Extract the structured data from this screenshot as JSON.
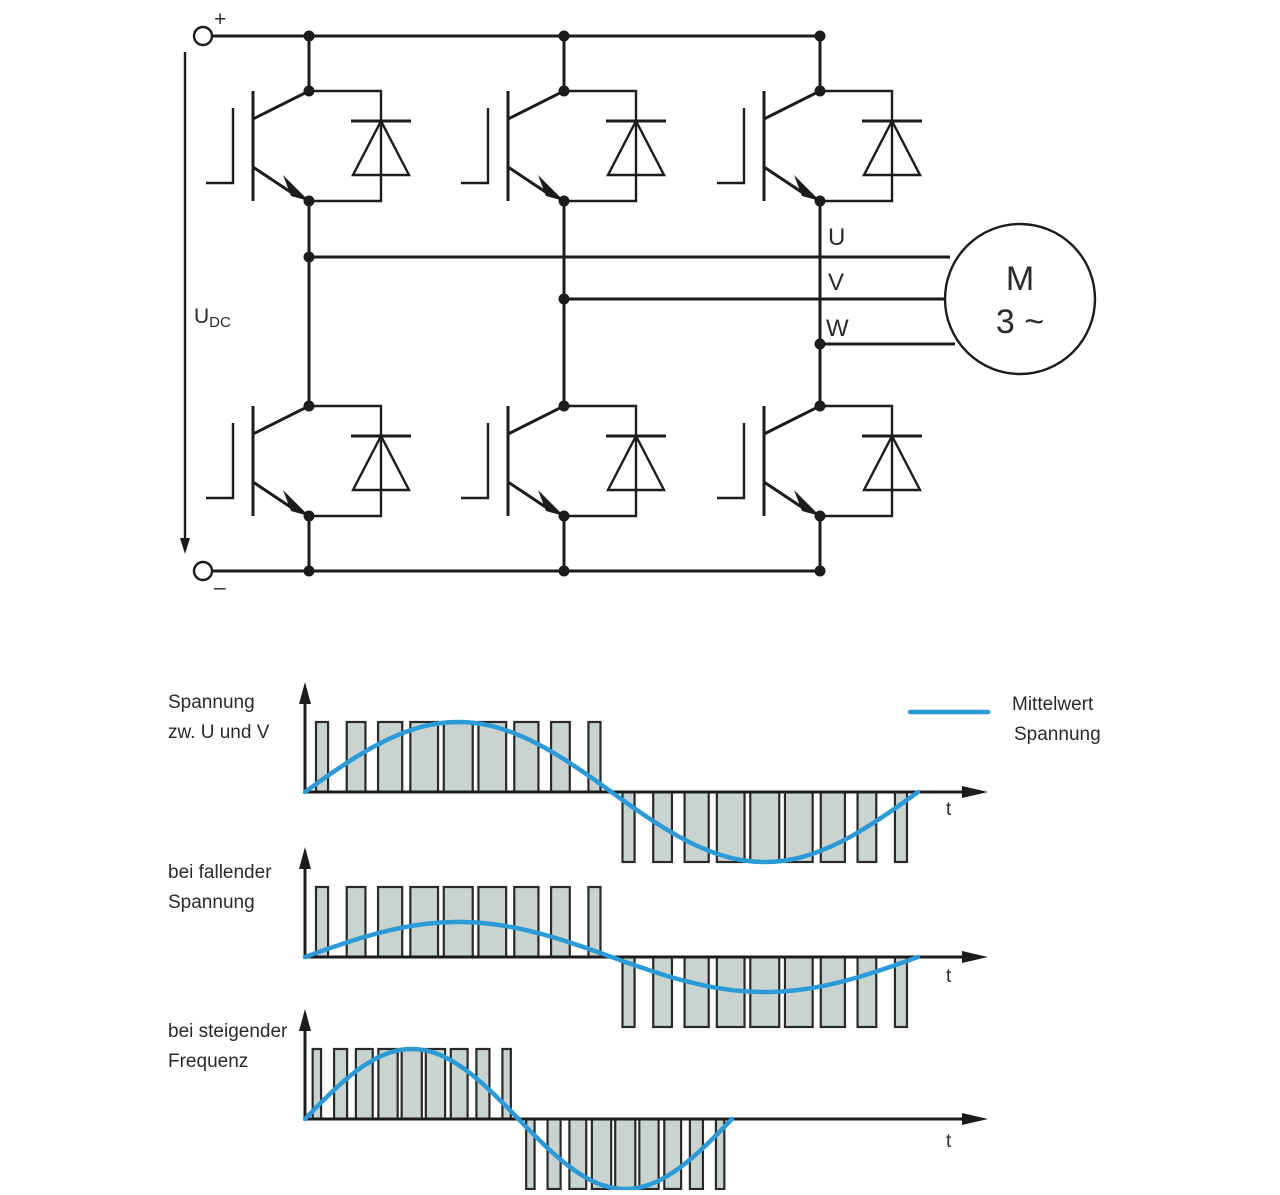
{
  "circuit": {
    "plus_label": "+",
    "minus_label": "–",
    "udc_main": "U",
    "udc_sub": "DC",
    "phase_labels": [
      "U",
      "V",
      "W"
    ],
    "motor_line1": "M",
    "motor_line2": "3 ~"
  },
  "legend": {
    "line1": "Mittelwert",
    "line2": "Spannung",
    "color": "#2b9ad6"
  },
  "charts": [
    {
      "label_lines": [
        "Spannung",
        "zw. U und V"
      ],
      "t_label": "t",
      "amplitude": 1.0,
      "cycles": 1
    },
    {
      "label_lines": [
        "bei fallender",
        "Spannung"
      ],
      "t_label": "t",
      "amplitude": 0.5,
      "cycles": 1
    },
    {
      "label_lines": [
        "bei steigender",
        "Frequenz"
      ],
      "t_label": "t",
      "amplitude": 1.0,
      "cycles": 1
    }
  ]
}
